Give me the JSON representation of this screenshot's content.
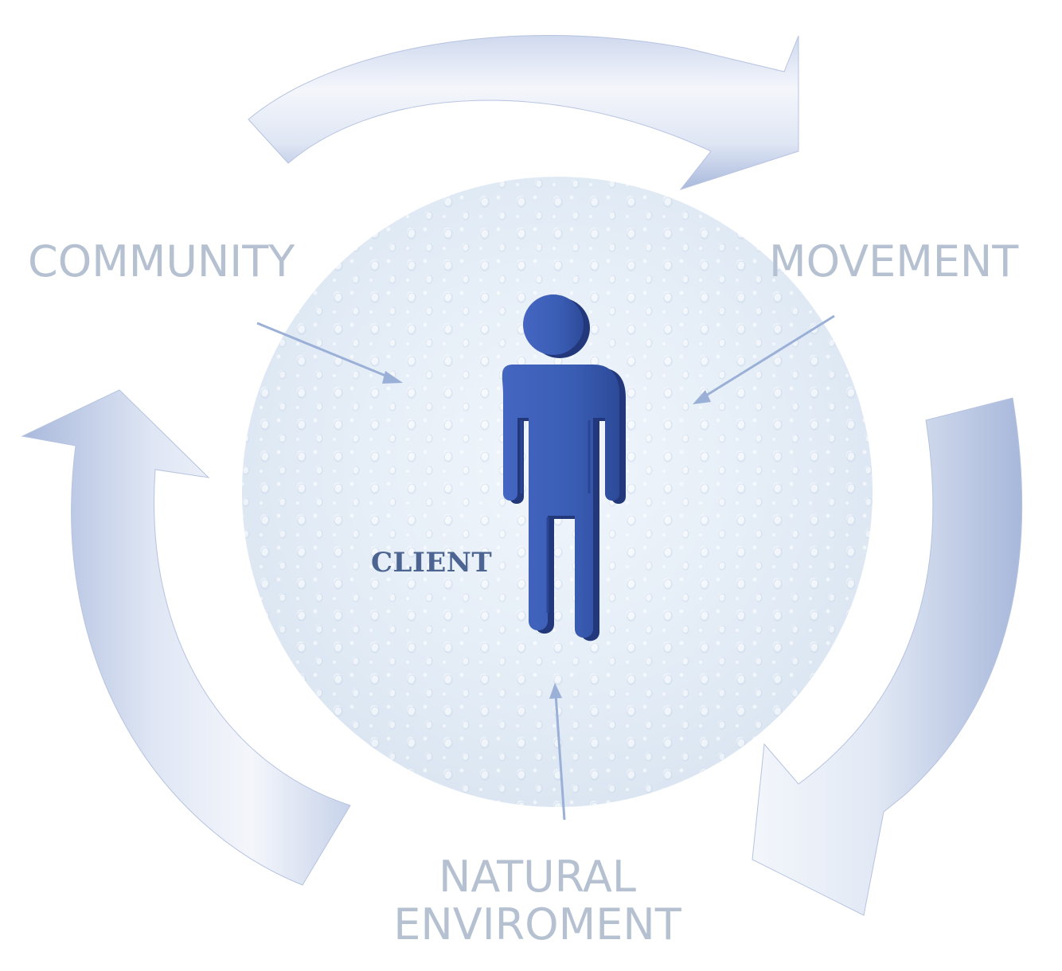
{
  "diagram": {
    "nodes": {
      "community": "COMMUNITY",
      "movement": "MOVEMENT",
      "natural_environment": [
        "NATURAL",
        "ENVIROMENT"
      ],
      "client": "CLIENT"
    },
    "colors": {
      "label_text": "#b5c1d1",
      "client_text": "#4c6492",
      "figure": "#3a5fb5",
      "circle": "#e4edf6",
      "arrow_light": "#f2f5fb",
      "arrow_dark": "#a9b8db",
      "pointer": "#9bb0d6"
    },
    "icons": {
      "center": "person-icon",
      "cycle": "curved-arrow-icon"
    }
  }
}
